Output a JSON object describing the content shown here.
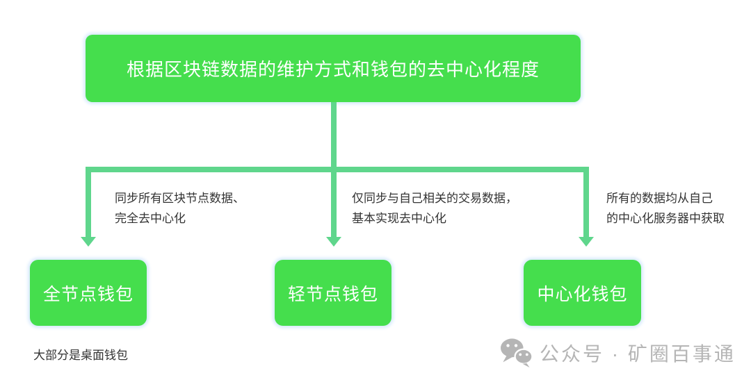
{
  "colors": {
    "box_green": "#45DE4D",
    "connector_green": "#5FD68C",
    "label_text": "#333333",
    "box_text": "#ffffff",
    "watermark_gray": "#b5b5b5",
    "glow_blue": "#d9ebfc"
  },
  "root": {
    "label": "根据区块链数据的维护方式和钱包的去中心化程度"
  },
  "branches": [
    {
      "annotation": "同步所有区块节点数据、\n完全去中心化",
      "node": "全节点钱包"
    },
    {
      "annotation": "仅同步与自己相关的交易数据，\n基本实现去中心化",
      "node": "轻节点钱包"
    },
    {
      "annotation": "所有的数据均从自己\n的中心化服务器中获取",
      "node": "中心化钱包"
    }
  ],
  "footnote": "大部分是桌面钱包",
  "watermark": {
    "icon": "wechat-icon",
    "text": "公众号 · 矿圈百事通"
  }
}
